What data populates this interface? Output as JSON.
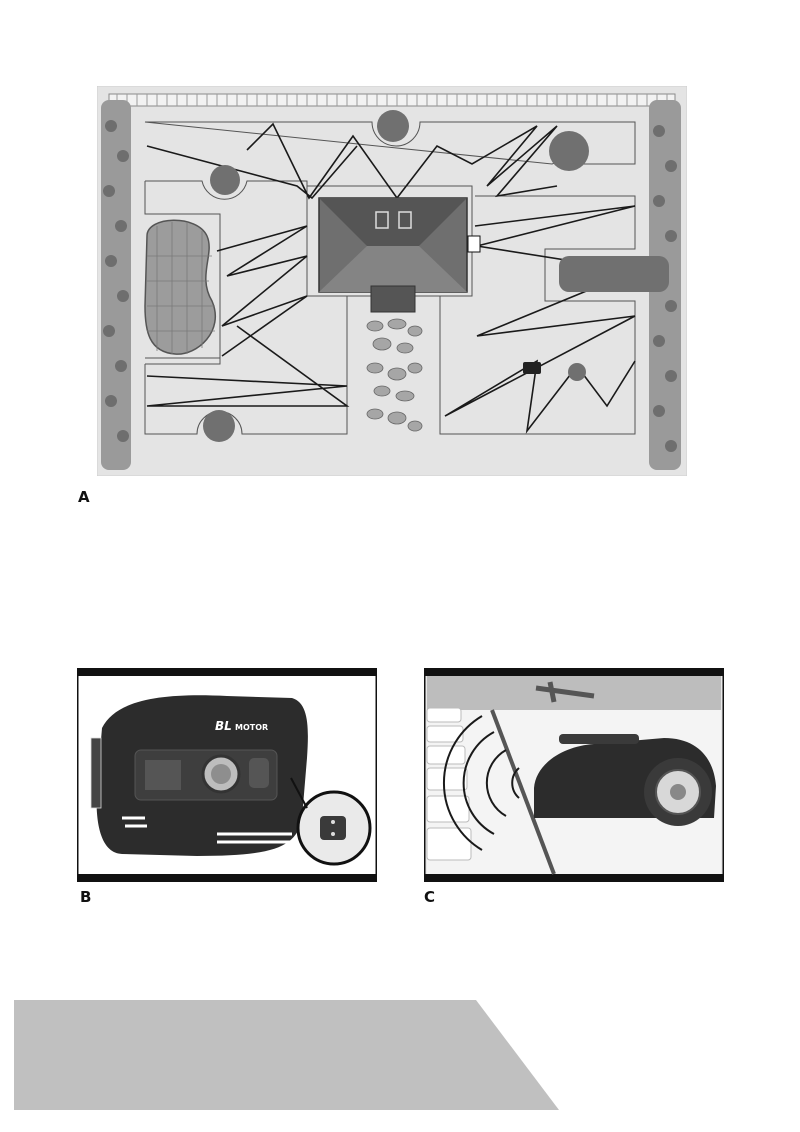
{
  "figures": {
    "a": {
      "label": "A"
    },
    "b": {
      "label": "B",
      "brand_text": "BL",
      "motor_text": "MOTOR"
    },
    "c": {
      "label": "C"
    }
  },
  "colors": {
    "lawn": "#e4e4e4",
    "hedge": "#8a8a8a",
    "wire": "#1a1a1a",
    "house": "#6f6f6f",
    "mower_body": "#2c2c2c",
    "frame": "#111111",
    "footer_band": "#c0c0c0"
  }
}
